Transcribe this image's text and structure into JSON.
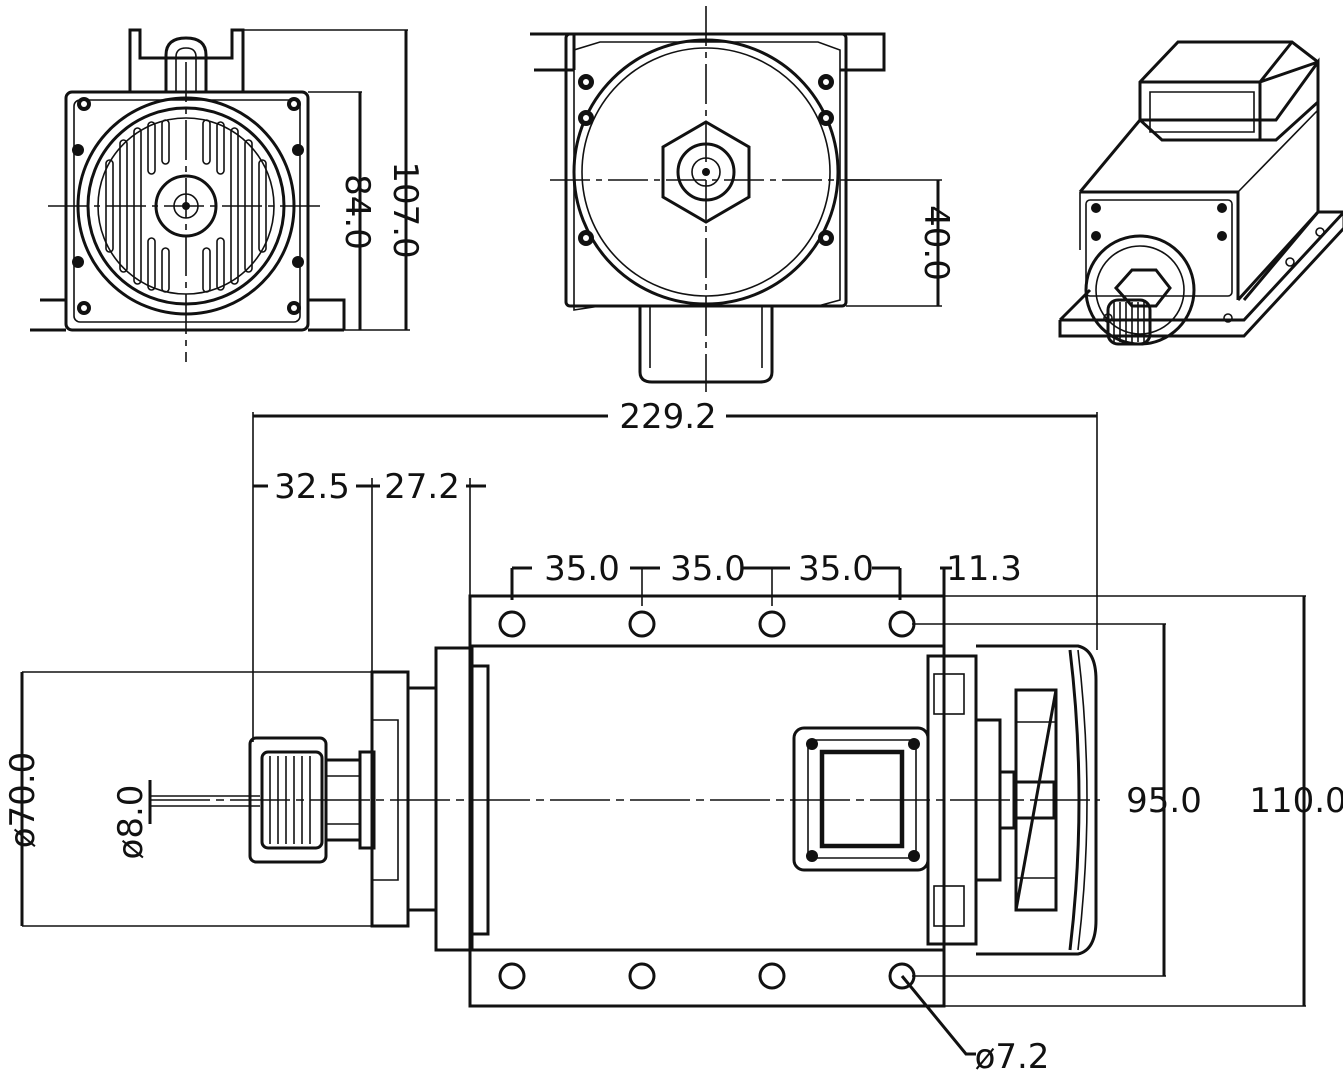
{
  "dimensions": {
    "overall_length": "229.2",
    "front_offset": "32.5",
    "flange_offset": "27.2",
    "hole_pitch_1": "35.0",
    "hole_pitch_2": "35.0",
    "hole_pitch_3": "35.0",
    "rear_hole_offset": "11.3",
    "hole_spacing": "95.0",
    "base_width": "110.0",
    "body_diameter": "ø70.0",
    "shaft_diameter": "ø8.0",
    "hole_diameter": "ø7.2",
    "front_height": "107.0",
    "front_box": "84.0",
    "axis_height": "40.0"
  },
  "colors": {
    "ink": "#111111",
    "paper": "#ffffff"
  }
}
